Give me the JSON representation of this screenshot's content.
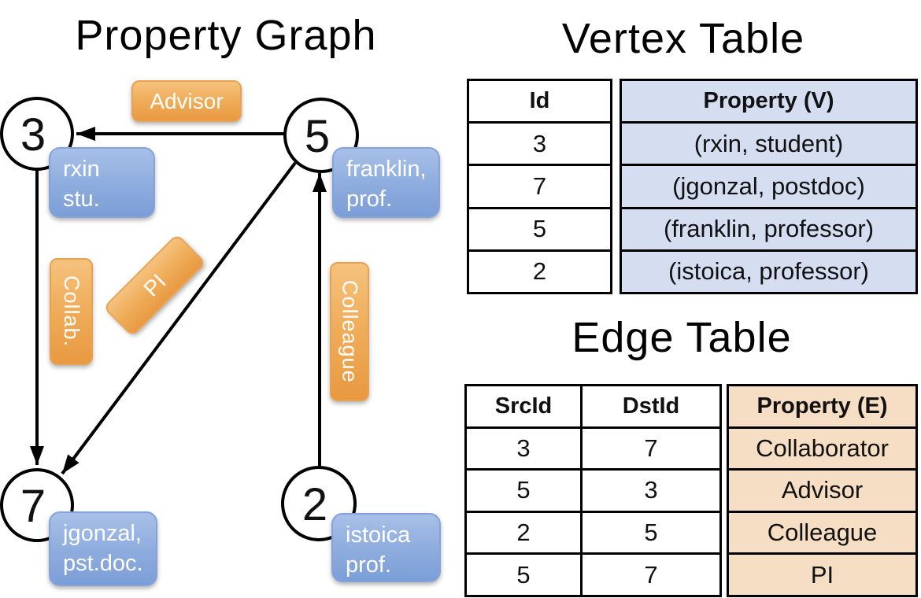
{
  "graph": {
    "title": "Property Graph",
    "nodes": [
      {
        "id": "3",
        "label_lines": [
          "rxin",
          "stu."
        ]
      },
      {
        "id": "5",
        "label_lines": [
          "franklin,",
          "prof."
        ]
      },
      {
        "id": "7",
        "label_lines": [
          "jgonzal,",
          "pst.doc."
        ]
      },
      {
        "id": "2",
        "label_lines": [
          "istoica",
          "prof."
        ]
      }
    ],
    "edge_labels": {
      "advisor": "Advisor",
      "collab": "Collab.",
      "pi": "PI",
      "colleague": "Colleague"
    }
  },
  "vertex_table": {
    "title": "Vertex Table",
    "headers": {
      "id": "Id",
      "property": "Property (V)"
    },
    "rows": [
      {
        "id": "3",
        "property": "(rxin, student)"
      },
      {
        "id": "7",
        "property": "(jgonzal, postdoc)"
      },
      {
        "id": "5",
        "property": "(franklin, professor)"
      },
      {
        "id": "2",
        "property": "(istoica, professor)"
      }
    ]
  },
  "edge_table": {
    "title": "Edge Table",
    "headers": {
      "src": "SrcId",
      "dst": "DstId",
      "property": "Property (E)"
    },
    "rows": [
      {
        "src": "3",
        "dst": "7",
        "property": "Collaborator"
      },
      {
        "src": "5",
        "dst": "3",
        "property": "Advisor"
      },
      {
        "src": "2",
        "dst": "5",
        "property": "Colleague"
      },
      {
        "src": "5",
        "dst": "7",
        "property": "PI"
      }
    ]
  },
  "colors": {
    "edge_label_fill": "#efac58",
    "node_label_fill": "#8fadde",
    "vertex_property_cell": "#d5def1",
    "edge_property_cell": "#f5dec3",
    "line": "#000000"
  }
}
